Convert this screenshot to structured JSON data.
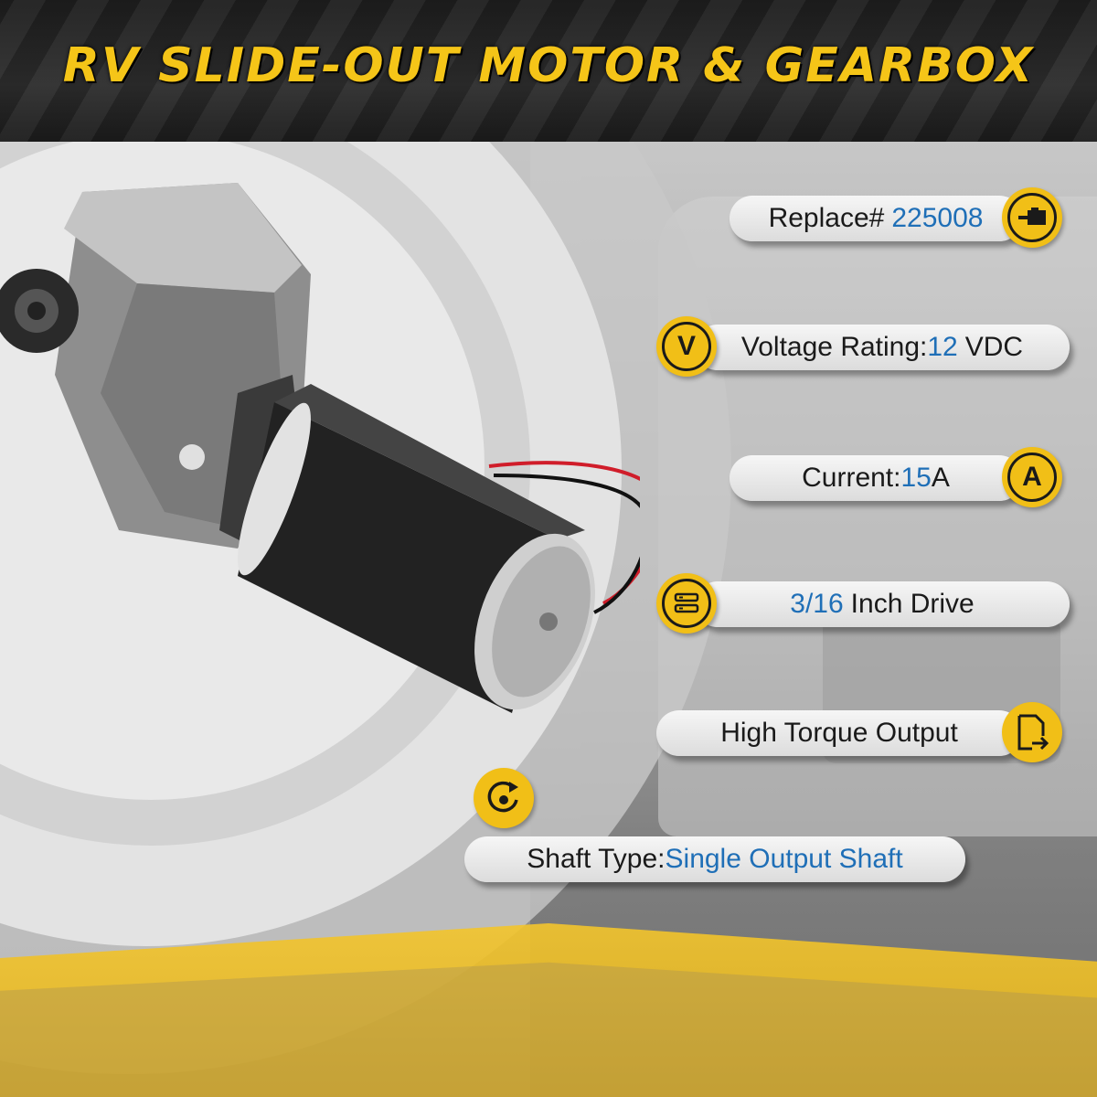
{
  "title": "RV SLIDE-OUT MOTOR & GEARBOX",
  "specs": {
    "replace": {
      "label": "Replace#",
      "value": "225008",
      "icon": "motor-plug-icon"
    },
    "voltage": {
      "label": "Voltage Rating:",
      "value": "12",
      "unit": "VDC",
      "icon": "v-circle-icon"
    },
    "current": {
      "label": "Current:",
      "value": "15",
      "unit": "A",
      "icon": "a-circle-icon"
    },
    "drive": {
      "value": "3/16",
      "label": "Inch Drive",
      "icon": "drive-icon"
    },
    "torque": {
      "label": "High Torque Output",
      "icon": "output-document-icon"
    },
    "shaft": {
      "label": "Shaft Type:",
      "value": "Single Output Shaft",
      "icon": "rotation-icon"
    }
  },
  "colors": {
    "accent": "#f1bf17",
    "value_blue": "#1f6fb7",
    "header_bg": "#1c1c1c"
  }
}
